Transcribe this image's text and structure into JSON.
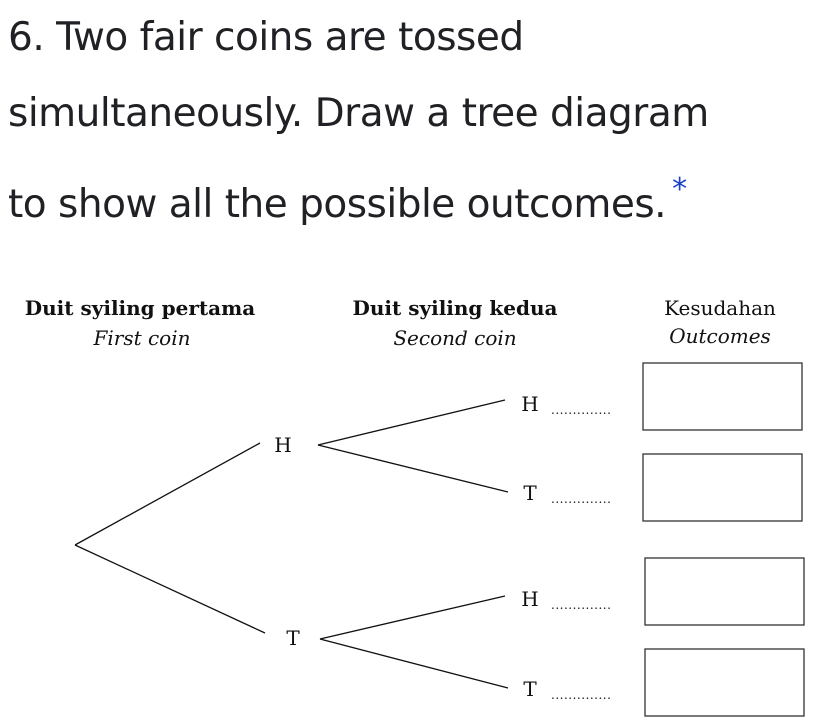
{
  "question": {
    "number_and_text_line1": "6. Two fair coins are tossed",
    "text_line2": "simultaneously. Draw a tree diagram",
    "text_line3": "to show all the possible outcomes.",
    "required_marker": "*"
  },
  "diagram": {
    "headers": {
      "first_coin_malay": "Duit syiling pertama",
      "first_coin_english": "First coin",
      "second_coin_malay": "Duit syiling kedua",
      "second_coin_english": "Second coin",
      "outcomes_malay": "Kesudahan",
      "outcomes_english": "Outcomes"
    },
    "first_coin_nodes": [
      "H",
      "T"
    ],
    "second_coin_nodes": [
      "H",
      "T",
      "H",
      "T"
    ],
    "leader_dots": "..............",
    "outcome_values": [
      "",
      "",
      "",
      ""
    ]
  },
  "colors": {
    "text": "#202124",
    "required_marker": "#1a3fc9",
    "lines": "#111111"
  }
}
